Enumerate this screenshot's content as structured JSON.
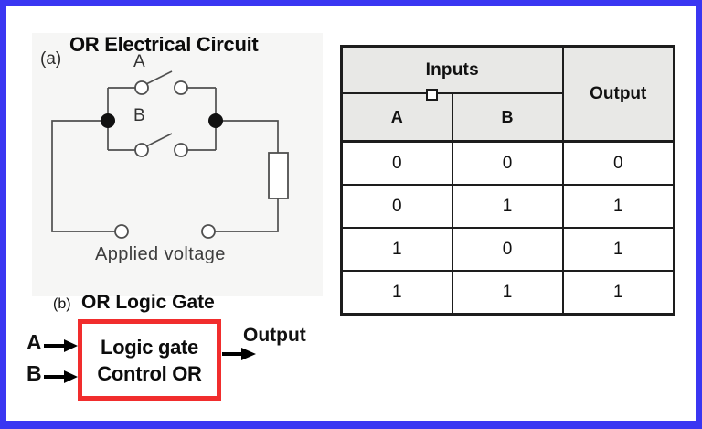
{
  "figure": {
    "panel_a": {
      "label": "(a)",
      "title": "OR Electrical Circuit",
      "switch_a_label": "A",
      "switch_b_label": "B",
      "applied_voltage_label": "Applied voltage"
    },
    "panel_b": {
      "label": "(b)",
      "title": "OR Logic Gate",
      "input_a_label": "A",
      "input_b_label": "B",
      "box_line1": "Logic gate",
      "box_line2": "Control OR",
      "output_label": "Output"
    }
  },
  "truth_table": {
    "header": {
      "inputs": "Inputs",
      "output": "Output",
      "col_a": "A",
      "col_b": "B"
    },
    "rows": [
      [
        "0",
        "0",
        "0"
      ],
      [
        "0",
        "1",
        "1"
      ],
      [
        "1",
        "0",
        "1"
      ],
      [
        "1",
        "1",
        "1"
      ]
    ]
  },
  "colors": {
    "frame_blue": "#3a36f2",
    "gate_box_red": "#f12d2d",
    "table_header_bg": "#e8e8e6",
    "table_border": "#1d1d1d",
    "circuit_line": "#4f4f4f",
    "junction_dot": "#111111"
  }
}
